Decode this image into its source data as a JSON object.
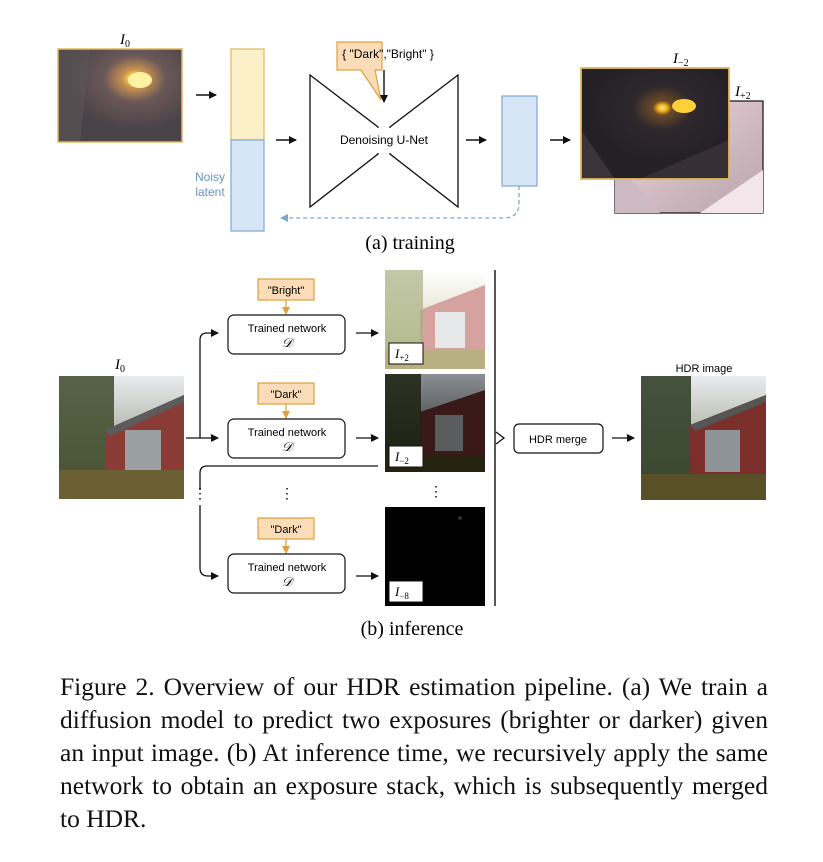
{
  "training": {
    "input_label": "I",
    "input_sub": "0",
    "noisy_latent_line1": "Noisy",
    "noisy_latent_line2": "latent",
    "prompt_text": "{ \"Dark\",\"Bright\" }",
    "unet_label": "Denoising U-Net",
    "output_dark_label": "I",
    "output_dark_sub": "−2",
    "output_bright_label": "I",
    "output_bright_sub": "+2",
    "subcaption": "(a) training"
  },
  "inference": {
    "input_label": "I",
    "input_sub": "0",
    "branches": [
      {
        "prompt": "\"Bright\"",
        "network_line1": "Trained network",
        "network_line2": "𝒟",
        "output_label": "I",
        "output_sub": "+2"
      },
      {
        "prompt": "\"Dark\"",
        "network_line1": "Trained network",
        "network_line2": "𝒟",
        "output_label": "I",
        "output_sub": "−2"
      },
      {
        "prompt": "\"Dark\"",
        "network_line1": "Trained network",
        "network_line2": "𝒟",
        "output_label": "I",
        "output_sub": "−8"
      }
    ],
    "ellipsis": "⋮",
    "merge_label": "HDR merge",
    "hdr_title": "HDR image",
    "subcaption": "(b) inference"
  },
  "caption": "Figure 2. Overview of our HDR estimation pipeline. (a) We train a diffusion model to predict two exposures (brighter or darker) given an input image. (b) At inference time, we recursively apply the same network to obtain an exposure stack, which is subsequently merged to HDR.",
  "colors": {
    "latent_yellow": "#fdf0c8",
    "latent_yellow_border": "#e0b75c",
    "latent_blue": "#d6e6f7",
    "latent_blue_border": "#7fa6cf",
    "prompt_fill": "#fbdcb8",
    "prompt_border": "#e0a13a",
    "dashed_arrow": "#7fa6cf",
    "noisy_text": "#6a92c0"
  }
}
